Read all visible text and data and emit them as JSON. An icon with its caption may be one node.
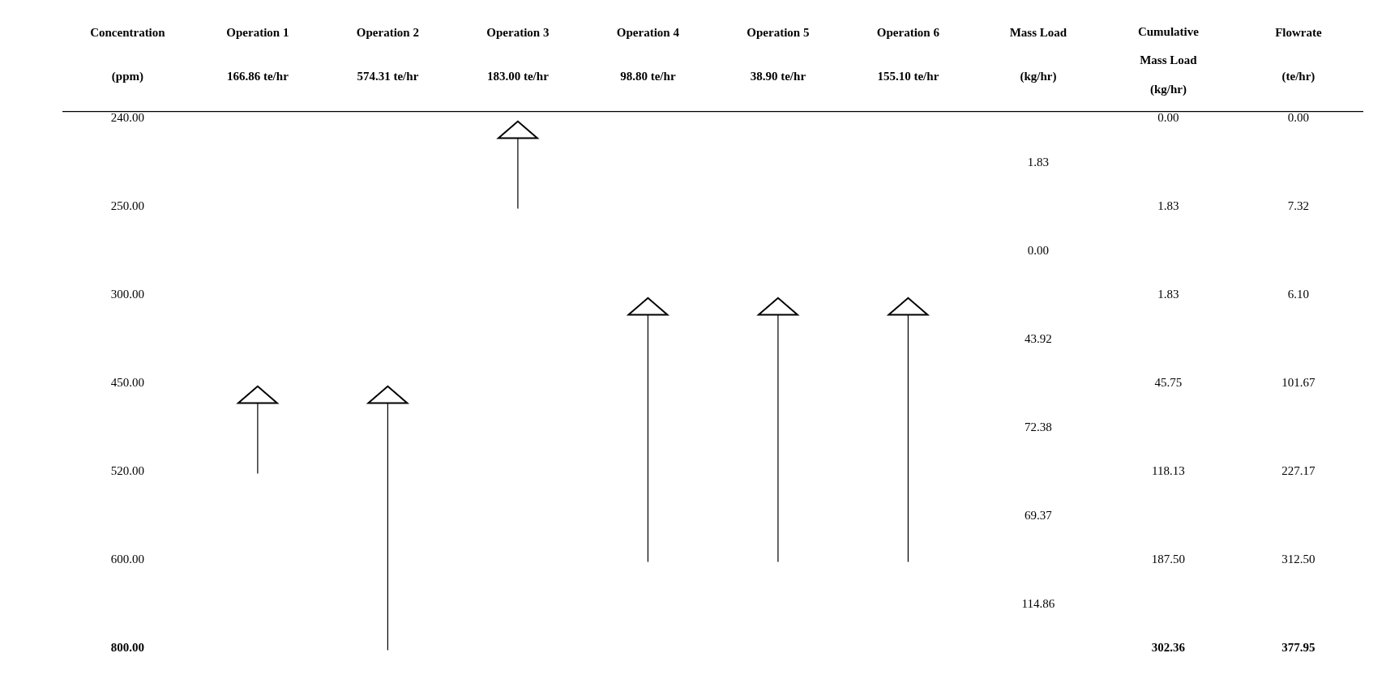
{
  "diagram": {
    "labels": [
      "Concentration (ppm)",
      "Operation 1 166.86 te/hr",
      "Operation 2 574.31 te/hr",
      "Operation 3 183.00 te/hr",
      "Operation 4 98.80 te/hr",
      "Operation 5 38.90 te/hr",
      "Operation 6 155.10 te/hr",
      "Mass Load (kg/hr)",
      "Cumulative Mass Load (kg/hr)",
      "Flowrate (te/hr)",
      "240.00",
      "0.00",
      "0.00",
      "1.83",
      "250.00",
      "1.83",
      "7.32",
      "0.00",
      "300.00",
      "1.83",
      "6.10",
      "43.92",
      "450.00",
      "45.75",
      "101.67",
      "72.38",
      "520.00",
      "118.13",
      "227.17",
      "69.37",
      "600.00",
      "187.50",
      "312.50",
      "114.86",
      "800.00",
      "302.36",
      "377.95"
    ]
  }
}
